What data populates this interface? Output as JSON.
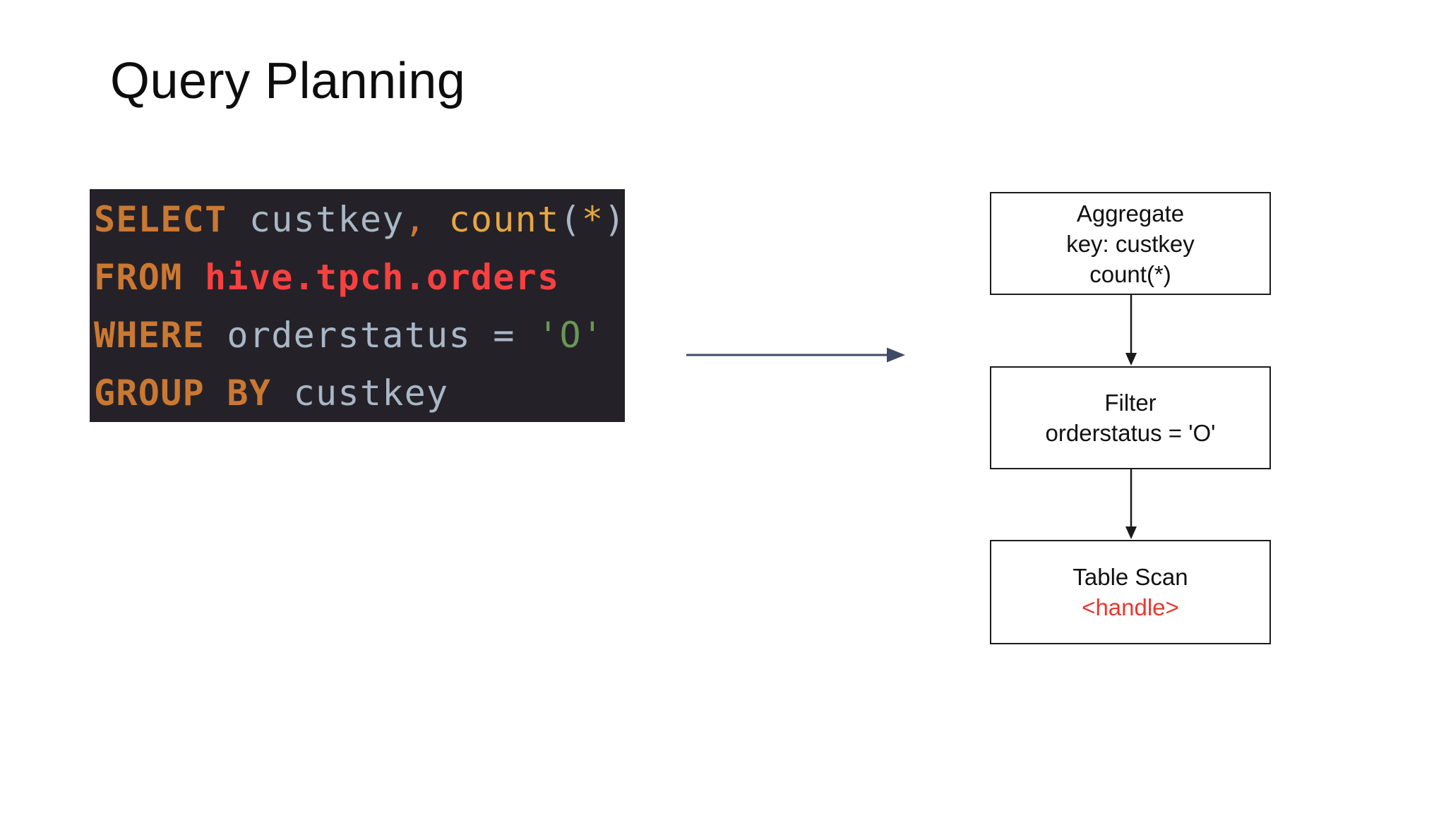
{
  "slide": {
    "title": "Query Planning",
    "background": "#ffffff"
  },
  "code_block": {
    "background": "#242228",
    "token_colors": {
      "keyword": "#cb7832",
      "identifier": "#a9b7c6",
      "comma": "#cb7832",
      "function": "#e7a63f",
      "paren": "#a9b7c6",
      "operator": "#a9b7c6",
      "string": "#699855",
      "table_ref": "#f84040",
      "plain": "#a9b7c6"
    },
    "lines": [
      [
        {
          "t": "SELECT",
          "type": "keyword",
          "bold": true
        },
        {
          "t": " ",
          "type": "plain"
        },
        {
          "t": "custkey",
          "type": "identifier"
        },
        {
          "t": ",",
          "type": "comma"
        },
        {
          "t": " ",
          "type": "plain"
        },
        {
          "t": "count",
          "type": "function"
        },
        {
          "t": "(",
          "type": "paren"
        },
        {
          "t": "*",
          "type": "function"
        },
        {
          "t": ")",
          "type": "paren"
        }
      ],
      [
        {
          "t": "FROM",
          "type": "keyword",
          "bold": true
        },
        {
          "t": " ",
          "type": "plain"
        },
        {
          "t": "hive.tpch.orders",
          "type": "table_ref",
          "bold": true
        }
      ],
      [
        {
          "t": "WHERE",
          "type": "keyword",
          "bold": true
        },
        {
          "t": " ",
          "type": "plain"
        },
        {
          "t": "orderstatus",
          "type": "identifier"
        },
        {
          "t": " ",
          "type": "plain"
        },
        {
          "t": "=",
          "type": "operator"
        },
        {
          "t": " ",
          "type": "plain"
        },
        {
          "t": "'O'",
          "type": "string"
        }
      ],
      [
        {
          "t": "GROUP BY",
          "type": "keyword",
          "bold": true
        },
        {
          "t": " ",
          "type": "plain"
        },
        {
          "t": "custkey",
          "type": "identifier"
        }
      ]
    ]
  },
  "transform_arrow": {
    "color": "#3e4b66"
  },
  "plan": {
    "node_border_color": "#1c1c1c",
    "connector_color": "#1a1a1a",
    "nodes": [
      {
        "name": "aggregate-node",
        "lines": [
          {
            "text": "Aggregate"
          },
          {
            "text": "key: custkey"
          },
          {
            "text": "count(*)"
          }
        ]
      },
      {
        "name": "filter-node",
        "lines": [
          {
            "text": "Filter"
          },
          {
            "text": "orderstatus = 'O'"
          }
        ]
      },
      {
        "name": "table-scan-node",
        "lines": [
          {
            "text": "Table Scan"
          },
          {
            "text": "<handle>",
            "color": "#e8382e"
          }
        ]
      }
    ]
  }
}
